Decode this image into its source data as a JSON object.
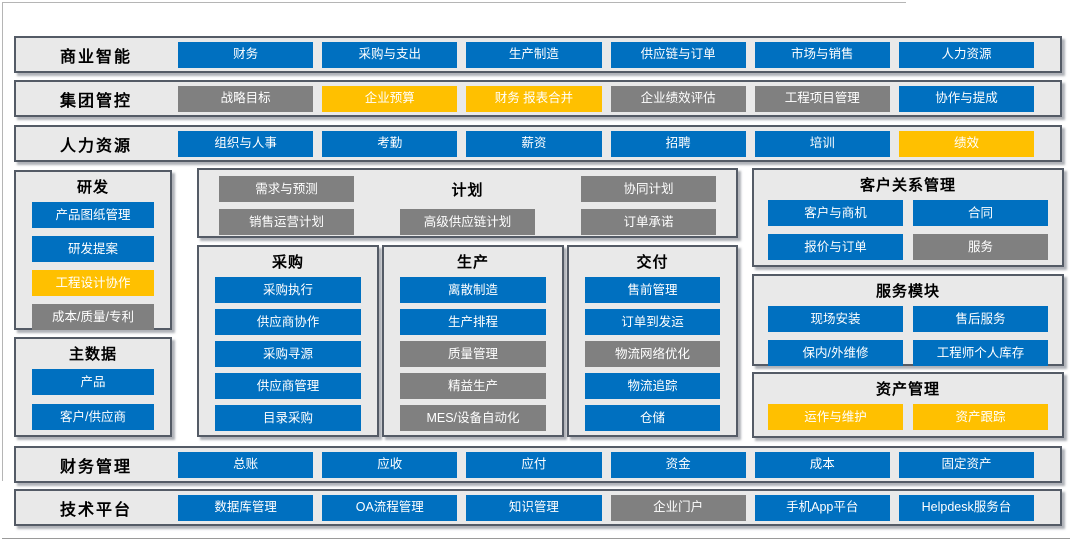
{
  "colors": {
    "blue": "#0070C0",
    "yellow": "#FFC000",
    "gray": "#808080",
    "panel_bg": "#E9E9E9",
    "panel_border": "#545B66",
    "button_text": "#FFFFFF"
  },
  "bands": {
    "bi": {
      "label": "商业智能",
      "buttons": [
        {
          "label": "财务",
          "color": "blue"
        },
        {
          "label": "采购与支出",
          "color": "blue"
        },
        {
          "label": "生产制造",
          "color": "blue"
        },
        {
          "label": "供应链与订单",
          "color": "blue"
        },
        {
          "label": "市场与销售",
          "color": "blue"
        },
        {
          "label": "人力资源",
          "color": "blue"
        }
      ]
    },
    "group": {
      "label": "集团管控",
      "buttons": [
        {
          "label": "战略目标",
          "color": "gray"
        },
        {
          "label": "企业预算",
          "color": "yellow"
        },
        {
          "label": "财务 报表合并",
          "color": "yellow"
        },
        {
          "label": "企业绩效评估",
          "color": "gray"
        },
        {
          "label": "工程项目管理",
          "color": "gray"
        },
        {
          "label": "协作与提成",
          "color": "blue"
        }
      ]
    },
    "hr": {
      "label": "人力资源",
      "buttons": [
        {
          "label": "组织与人事",
          "color": "blue"
        },
        {
          "label": "考勤",
          "color": "blue"
        },
        {
          "label": "薪资",
          "color": "blue"
        },
        {
          "label": "招聘",
          "color": "blue"
        },
        {
          "label": "培训",
          "color": "blue"
        },
        {
          "label": "绩效",
          "color": "yellow"
        }
      ]
    },
    "fin": {
      "label": "财务管理",
      "buttons": [
        {
          "label": "总账",
          "color": "blue"
        },
        {
          "label": "应收",
          "color": "blue"
        },
        {
          "label": "应付",
          "color": "blue"
        },
        {
          "label": "资金",
          "color": "blue"
        },
        {
          "label": "成本",
          "color": "blue"
        },
        {
          "label": "固定资产",
          "color": "blue"
        }
      ]
    },
    "tech": {
      "label": "技术平台",
      "buttons": [
        {
          "label": "数据库管理",
          "color": "blue"
        },
        {
          "label": "OA流程管理",
          "color": "blue"
        },
        {
          "label": "知识管理",
          "color": "blue"
        },
        {
          "label": "企业门户",
          "color": "gray"
        },
        {
          "label": "手机App平台",
          "color": "blue"
        },
        {
          "label": "Helpdesk服务台",
          "color": "blue"
        }
      ]
    }
  },
  "boxes": {
    "rnd": {
      "title": "研发",
      "buttons": [
        {
          "label": "产品图纸管理",
          "color": "blue"
        },
        {
          "label": "研发提案",
          "color": "blue"
        },
        {
          "label": "工程设计协作",
          "color": "yellow"
        },
        {
          "label": "成本/质量/专利",
          "color": "gray"
        }
      ]
    },
    "mdm": {
      "title": "主数据",
      "buttons": [
        {
          "label": "产品",
          "color": "blue"
        },
        {
          "label": "客户/供应商",
          "color": "blue"
        }
      ]
    },
    "plan": {
      "title": "计划",
      "buttons": [
        {
          "label": "需求与预测",
          "color": "gray"
        },
        {
          "label": "协同计划",
          "color": "gray"
        },
        {
          "label": "销售运营计划",
          "color": "gray"
        },
        {
          "label": "高级供应链计划",
          "color": "gray"
        },
        {
          "label": "订单承诺",
          "color": "gray"
        }
      ]
    },
    "procurement": {
      "title": "采购",
      "buttons": [
        {
          "label": "采购执行",
          "color": "blue"
        },
        {
          "label": "供应商协作",
          "color": "blue"
        },
        {
          "label": "采购寻源",
          "color": "blue"
        },
        {
          "label": "供应商管理",
          "color": "blue"
        },
        {
          "label": "目录采购",
          "color": "blue"
        }
      ]
    },
    "production": {
      "title": "生产",
      "buttons": [
        {
          "label": "离散制造",
          "color": "blue"
        },
        {
          "label": "生产排程",
          "color": "blue"
        },
        {
          "label": "质量管理",
          "color": "gray"
        },
        {
          "label": "精益生产",
          "color": "gray"
        },
        {
          "label": "MES/设备自动化",
          "color": "gray"
        }
      ]
    },
    "delivery": {
      "title": "交付",
      "buttons": [
        {
          "label": "售前管理",
          "color": "blue"
        },
        {
          "label": "订单到发运",
          "color": "blue"
        },
        {
          "label": "物流网络优化",
          "color": "gray"
        },
        {
          "label": "物流追踪",
          "color": "blue"
        },
        {
          "label": "仓储",
          "color": "blue"
        }
      ]
    },
    "crm": {
      "title": "客户关系管理",
      "buttons": [
        {
          "label": "客户与商机",
          "color": "blue"
        },
        {
          "label": "合同",
          "color": "blue"
        },
        {
          "label": "报价与订单",
          "color": "blue"
        },
        {
          "label": "服务",
          "color": "gray"
        }
      ]
    },
    "service": {
      "title": "服务模块",
      "buttons": [
        {
          "label": "现场安装",
          "color": "blue"
        },
        {
          "label": "售后服务",
          "color": "blue"
        },
        {
          "label": "保内/外维修",
          "color": "blue"
        },
        {
          "label": "工程师个人库存",
          "color": "blue"
        }
      ]
    },
    "asset": {
      "title": "资产管理",
      "buttons": [
        {
          "label": "运作与维护",
          "color": "yellow"
        },
        {
          "label": "资产跟踪",
          "color": "yellow"
        }
      ]
    }
  }
}
